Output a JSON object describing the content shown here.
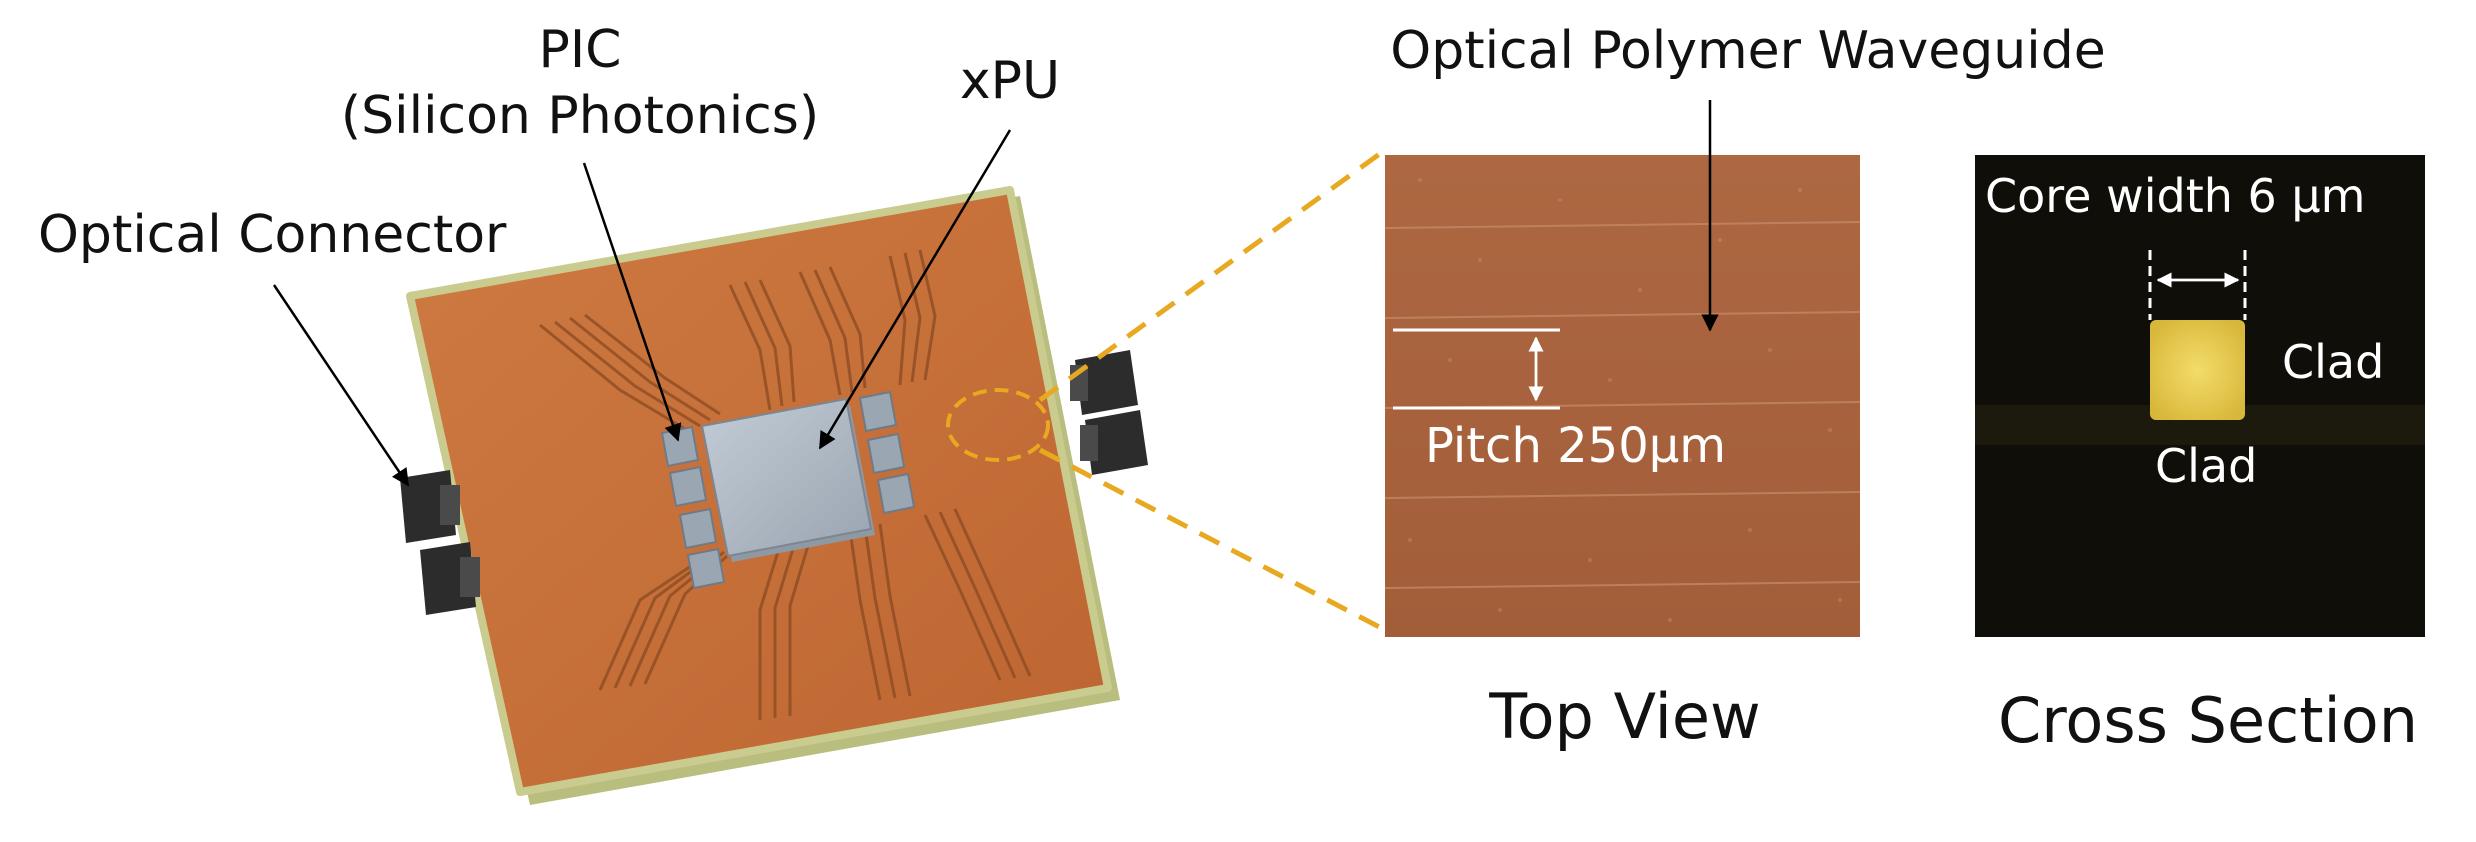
{
  "labels": {
    "pic_line1": "PIC",
    "pic_line2": "(Silicon Photonics)",
    "xpu": "xPU",
    "optical_connector": "Optical Connector",
    "optical_polymer_waveguide": "Optical Polymer Waveguide",
    "pitch": "Pitch 250μm",
    "core_width": "Core width 6 μm",
    "clad_right": "Clad",
    "clad_bottom": "Clad",
    "top_view": "Top View",
    "cross_section": "Cross Section"
  },
  "colors": {
    "substrate": "#c8703a",
    "substrate_edge": "#c7c98a",
    "chip": "#aeb8c4",
    "pic_chip": "#9aa6b2",
    "connector": "#2c2c2c",
    "zoom_lines": "#e8a820",
    "microscope_top": "#a9643f",
    "cross_bg": "#0f0e08",
    "core": "#e6c84a"
  }
}
